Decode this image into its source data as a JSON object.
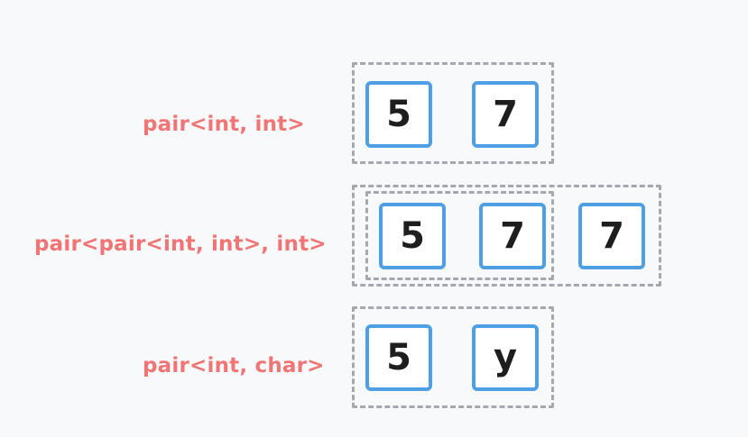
{
  "rows": [
    {
      "label": "pair<int, int>",
      "cells": [
        "5",
        "7"
      ]
    },
    {
      "label": "pair<pair<int, int>, int>",
      "cells": [
        "5",
        "7",
        "7"
      ]
    },
    {
      "label": "pair<int, char>",
      "cells": [
        "5",
        "y"
      ]
    }
  ],
  "colors": {
    "label": "#f07575",
    "cell_border": "#4f9fe4",
    "group_border": "#a6a8b0",
    "background": "#f8f9fb"
  }
}
